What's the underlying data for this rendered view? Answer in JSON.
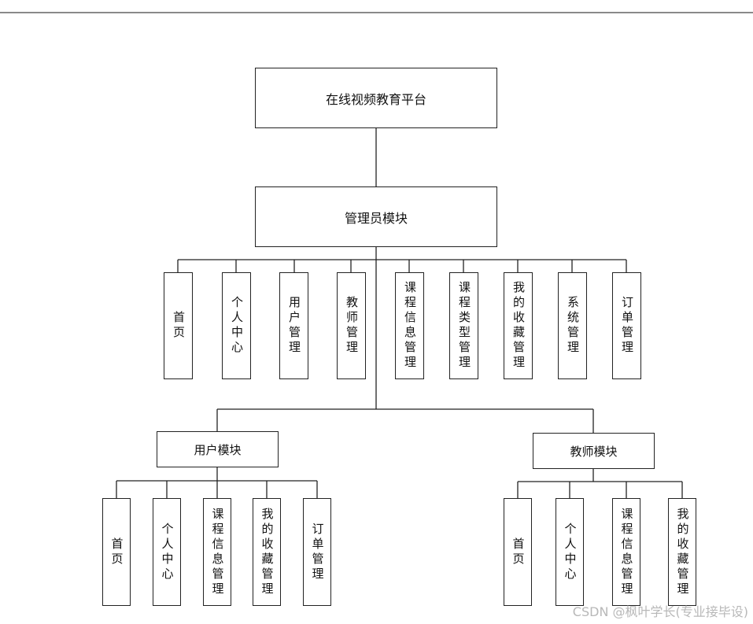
{
  "root": {
    "label": "在线视频教育平台"
  },
  "admin": {
    "label": "管理员模块",
    "items": [
      "首页",
      "个人中心",
      "用户管理",
      "教师管理",
      "课程信息管理",
      "课程类型管理",
      "我的收藏管理",
      "系统管理",
      "订单管理"
    ]
  },
  "user": {
    "label": "用户模块",
    "items": [
      "首页",
      "个人中心",
      "课程信息管理",
      "我的收藏管理",
      "订单管理"
    ]
  },
  "teacher": {
    "label": "教师模块",
    "items": [
      "首页",
      "个人中心",
      "课程信息管理",
      "我的收藏管理"
    ]
  },
  "watermark": "CSDN @枫叶学长(专业接毕设)"
}
